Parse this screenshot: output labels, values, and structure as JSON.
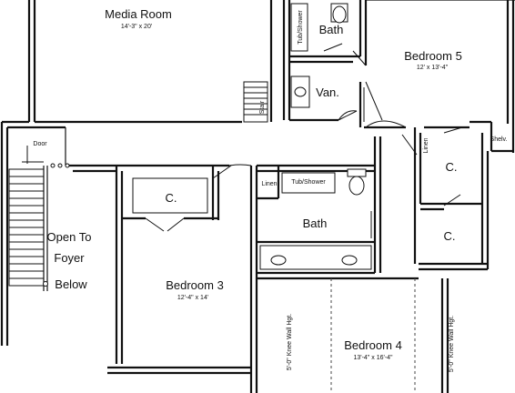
{
  "rooms": {
    "media_room": {
      "name": "Media Room",
      "dims": "14'-3\" x 20'"
    },
    "bedroom5": {
      "name": "Bedroom 5",
      "dims": "12' x 13'-4\""
    },
    "bedroom3": {
      "name": "Bedroom 3",
      "dims": "12'-4\" x 14'"
    },
    "bedroom4": {
      "name": "Bedroom 4",
      "dims": "13'-4\" x 16'-4\""
    },
    "bath_top": {
      "name": "Bath"
    },
    "bath_mid": {
      "name": "Bath"
    },
    "vanity": {
      "name": "Van."
    },
    "closet_b3": {
      "name": "C."
    },
    "closet_r1": {
      "name": "C."
    },
    "closet_r2": {
      "name": "C."
    }
  },
  "labels": {
    "tub_shower_top": "Tub/Shower",
    "tub_shower_mid": "Tub/Shower",
    "linen_mid": "Linen",
    "linen_right": "Linen",
    "shelf": "Shelv.",
    "stairs": "Stair",
    "door": "Door",
    "open_to": "Open To",
    "foyer": "Foyer",
    "below": "Below",
    "knee_wall_left": "5'-0\" Knee Wall Hgt.",
    "knee_wall_right": "5'-0\" Knee Wall Hgt."
  }
}
